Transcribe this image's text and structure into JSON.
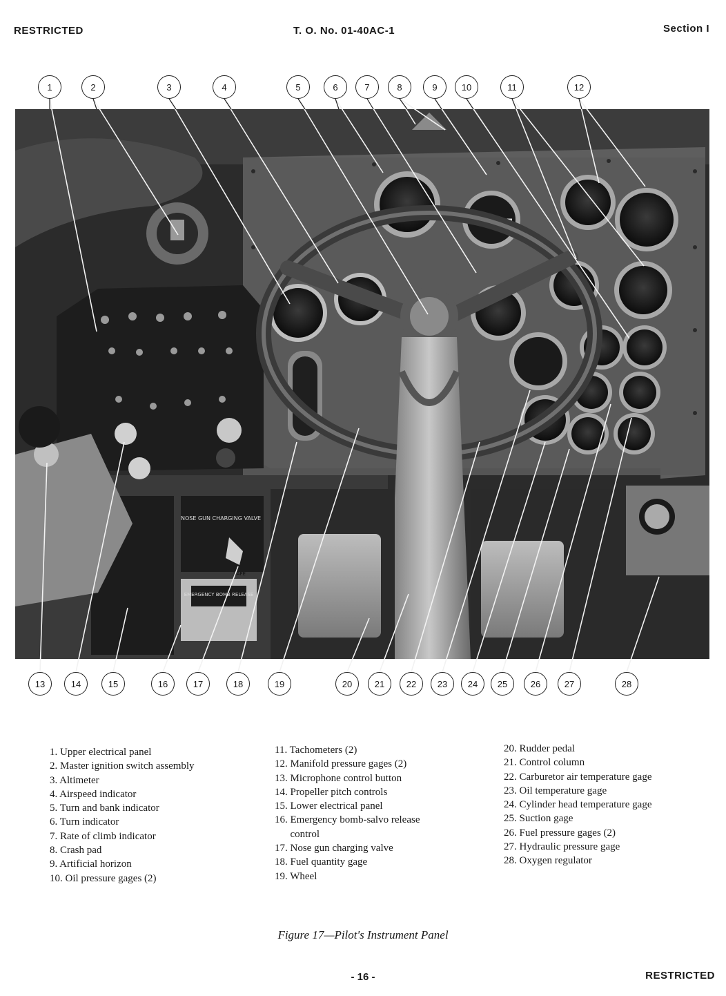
{
  "header": {
    "left": "RESTRICTED",
    "center": "T. O. No. 01-40AC-1",
    "right": "Section I"
  },
  "callouts_top": [
    "1",
    "2",
    "3",
    "4",
    "5",
    "6",
    "7",
    "8",
    "9",
    "10",
    "11",
    "12"
  ],
  "callouts_bottom": [
    "13",
    "14",
    "15",
    "16",
    "17",
    "18",
    "19",
    "20",
    "21",
    "22",
    "23",
    "24",
    "25",
    "26",
    "27",
    "28"
  ],
  "legend": {
    "col1": [
      "1. Upper electrical panel",
      "2. Master ignition switch assembly",
      "3. Altimeter",
      "4. Airspeed indicator",
      "5. Turn and bank indicator",
      "6. Turn indicator",
      "7. Rate of climb indicator",
      "8. Crash pad",
      "9. Artificial horizon",
      "10. Oil pressure gages (2)"
    ],
    "col2": [
      "11. Tachometers (2)",
      "12. Manifold pressure gages (2)",
      "13. Microphone control button",
      "14. Propeller pitch controls",
      "15. Lower electrical panel",
      "16. Emergency bomb-salvo release",
      "      control",
      "17. Nose gun charging valve",
      "18. Fuel quantity gage",
      "19. Wheel"
    ],
    "col3": [
      "20. Rudder pedal",
      "21. Control column",
      "22. Carburetor air temperature gage",
      "23. Oil temperature gage",
      "24. Cylinder head temperature gage",
      "25. Suction gage",
      "26. Fuel pressure gages (2)",
      "27. Hydraulic pressure gage",
      "28. Oxygen regulator"
    ]
  },
  "photo_labels": {
    "nose_gun_placard": "NOSE GUN CHARGING VALVE",
    "bomb_placard": "EMERGENCY BOMB RELEASE",
    "safe": "SAFE"
  },
  "caption": "Figure 17—Pilot's Instrument Panel",
  "page_number": "- 16 -",
  "footer_right": "RESTRICTED"
}
